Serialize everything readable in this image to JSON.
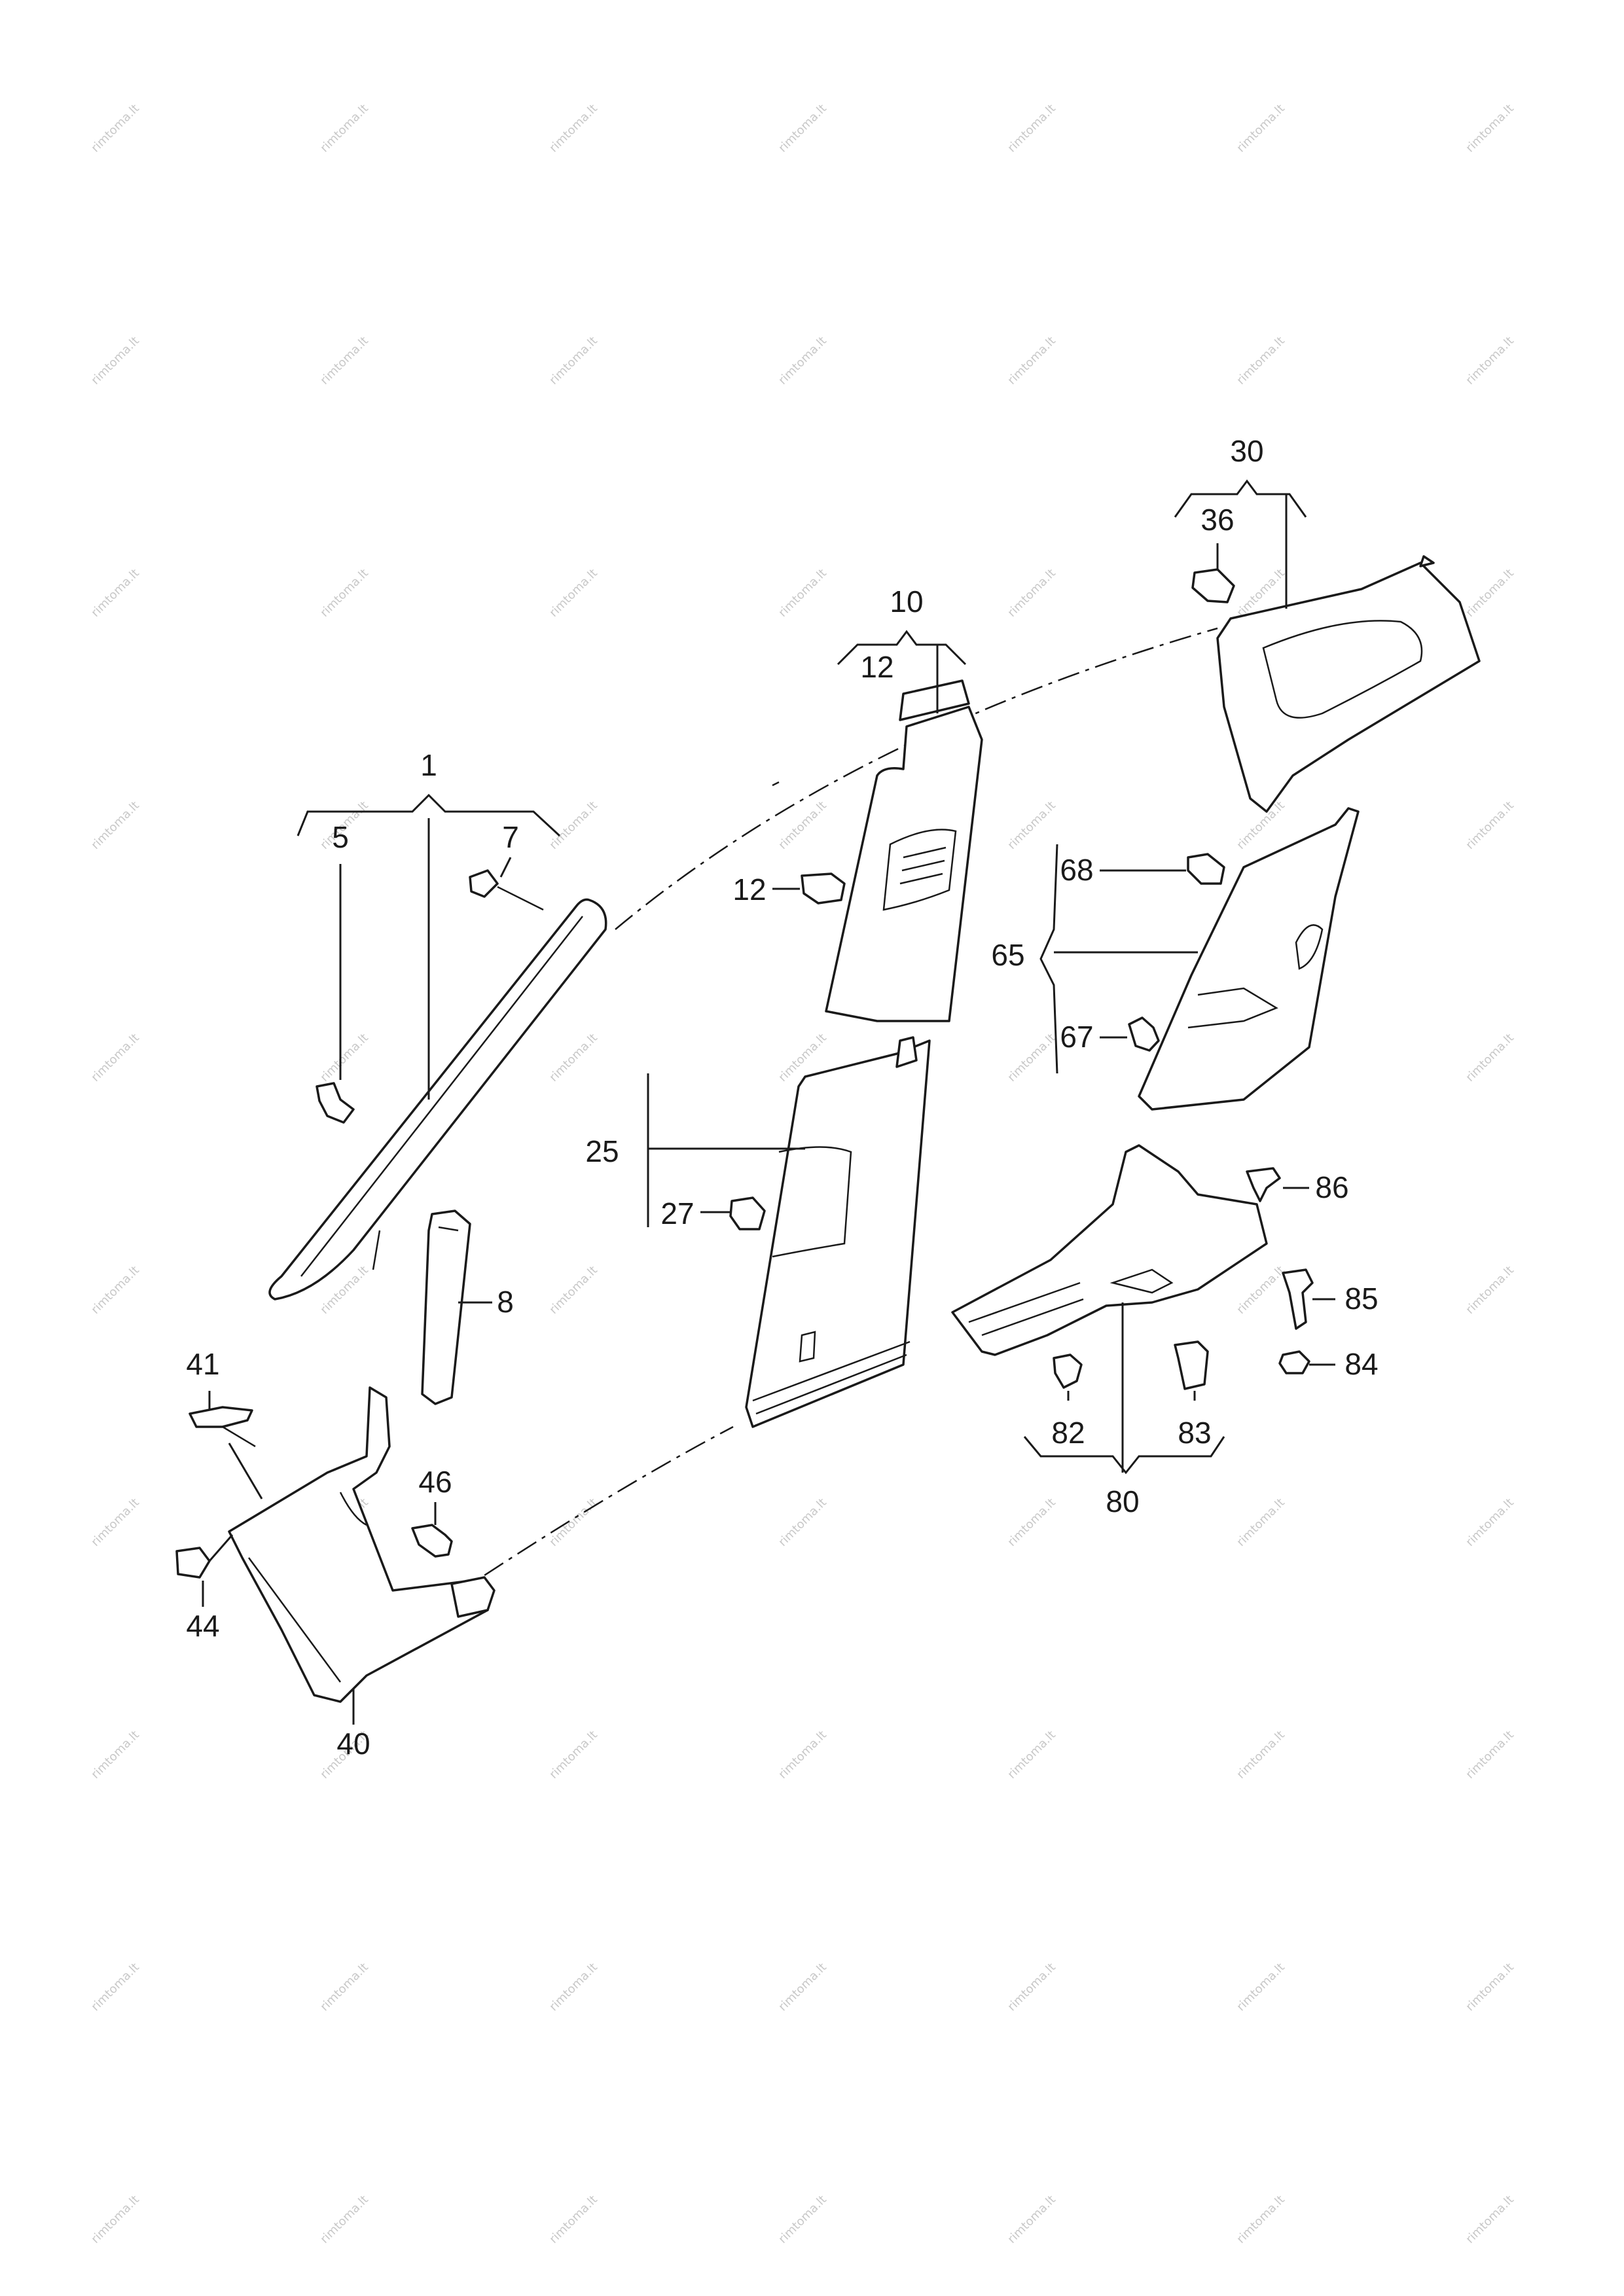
{
  "watermark": "rimtoma.lt",
  "callouts": {
    "c1": "1",
    "c5": "5",
    "c7": "7",
    "c8": "8",
    "c10": "10",
    "c12_top": "12",
    "c12_side": "12",
    "c25": "25",
    "c27": "27",
    "c30": "30",
    "c36": "36",
    "c40": "40",
    "c41": "41",
    "c44": "44",
    "c46": "46",
    "c65": "65",
    "c67": "67",
    "c68": "68",
    "c80": "80",
    "c82": "82",
    "c83": "83",
    "c84": "84",
    "c85": "85",
    "c86": "86"
  }
}
